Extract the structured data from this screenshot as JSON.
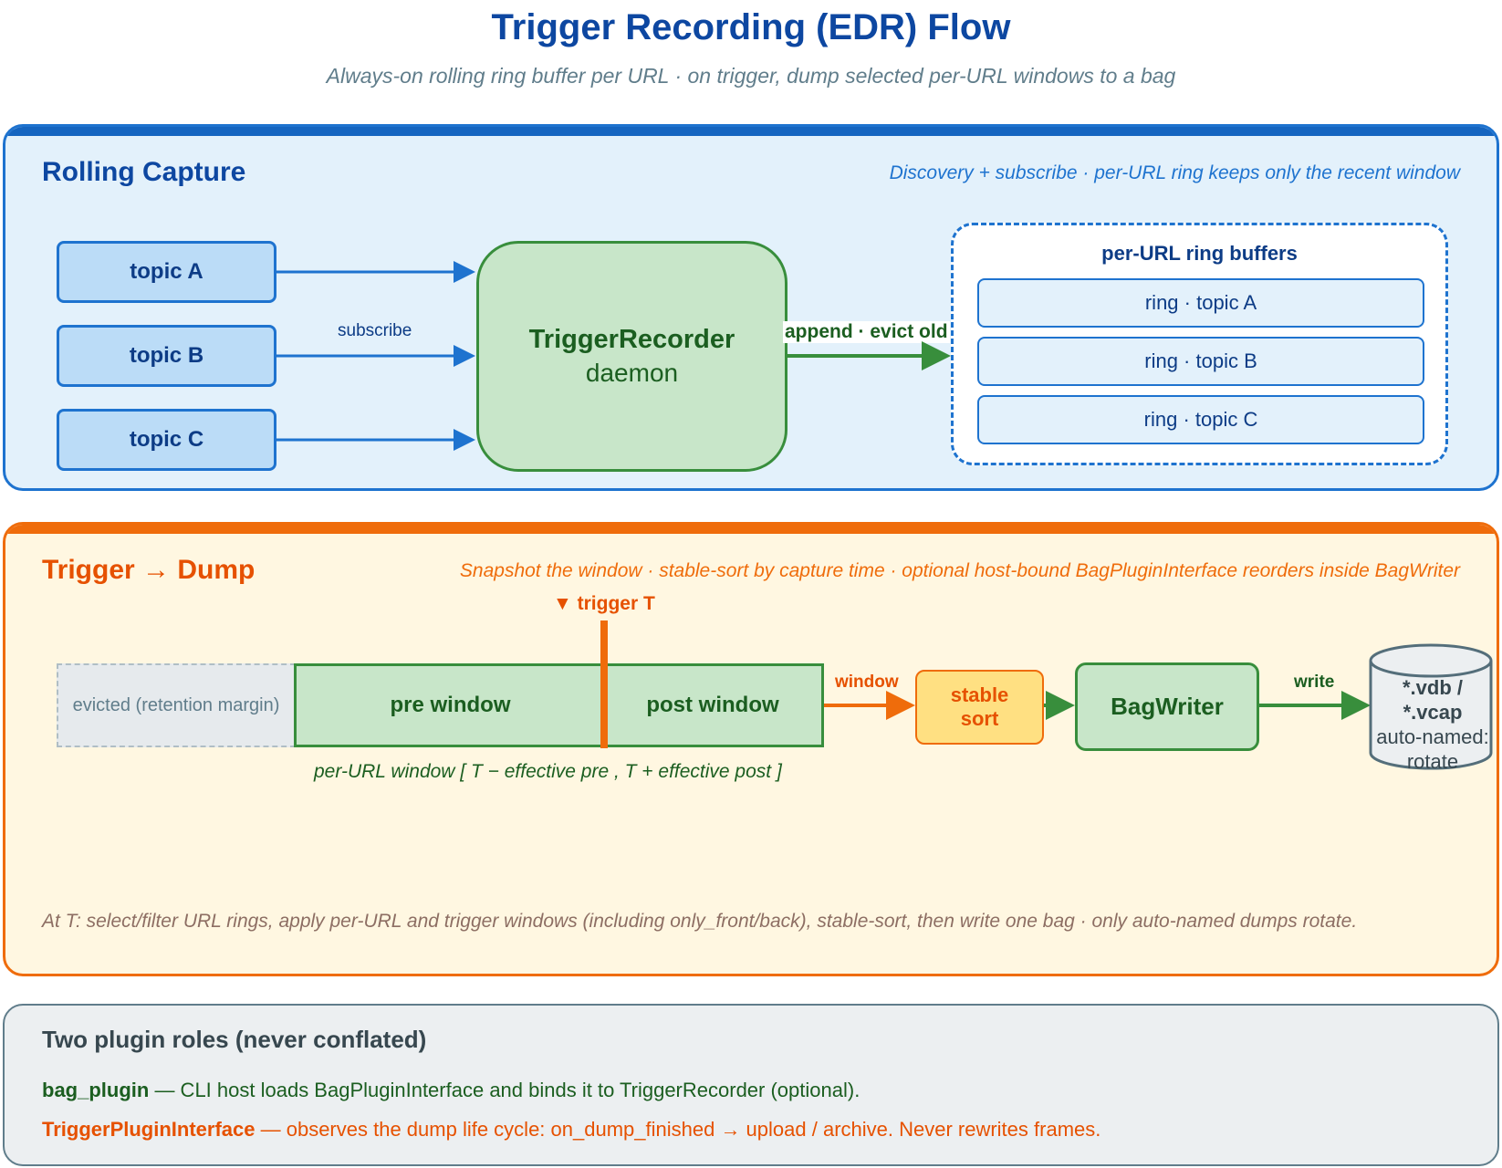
{
  "header": {
    "title": "Trigger Recording (EDR) Flow",
    "subtitle": "Always-on rolling ring buffer per URL · on trigger, dump selected per-URL windows to a bag"
  },
  "rolling": {
    "heading": "Rolling Capture",
    "note": "Discovery + subscribe · per-URL ring keeps only the recent window",
    "topics": [
      "topic A",
      "topic B",
      "topic C"
    ],
    "subscribe_label": "subscribe",
    "daemon_name": "TriggerRecorder",
    "daemon_sub": "daemon",
    "append_label": "append · evict old",
    "ring_title": "per-URL ring buffers",
    "rings": [
      "ring · topic A",
      "ring · topic B",
      "ring · topic C"
    ]
  },
  "dump": {
    "heading": "Trigger → Dump",
    "note": "Snapshot the window · stable-sort by capture time · optional host-bound BagPluginInterface reorders inside BagWriter",
    "trigger_label": "▼ trigger T",
    "evicted_label": "evicted (retention margin)",
    "pre_label": "pre window",
    "post_label": "post window",
    "window_caption": "per-URL window [ T − effective pre , T + effective post ]",
    "window_edge_label": "window",
    "sort_line1": "stable",
    "sort_line2": "sort",
    "bagwriter_label": "BagWriter",
    "write_label": "write",
    "output_line1": "*.vdb /",
    "output_line2": "*.vcap",
    "output_line3": "auto-named:",
    "output_line4": "rotate",
    "footer_note": "At T: select/filter URL rings, apply per-URL and trigger windows (including only_front/back), stable-sort, then write one bag · only auto-named dumps rotate."
  },
  "plugins": {
    "heading": "Two plugin roles (never conflated)",
    "bag_name": "bag_plugin",
    "bag_desc": " — CLI host loads BagPluginInterface and binds it to TriggerRecorder (optional).",
    "trigger_name": "TriggerPluginInterface",
    "trigger_desc": " — observes the dump life cycle: on_dump_finished → upload / archive. Never rewrites frames."
  },
  "colors": {
    "blue": "#1e73cf",
    "green": "#388e3c",
    "orange": "#ef6c0b",
    "gray": "#607d8b"
  }
}
